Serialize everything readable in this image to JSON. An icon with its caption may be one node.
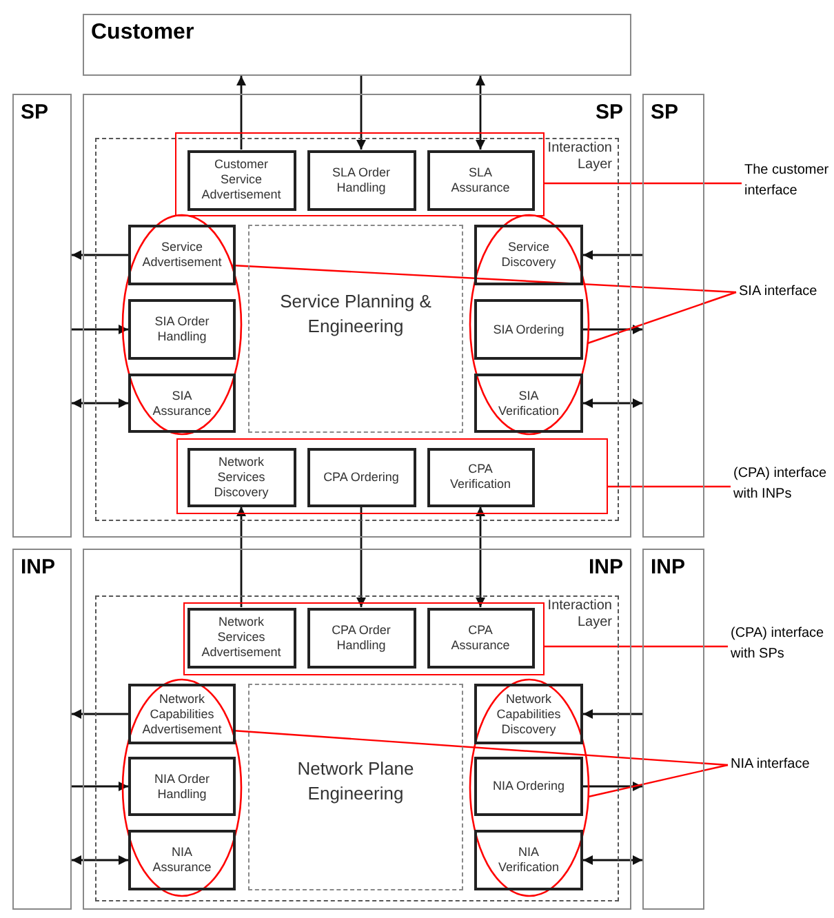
{
  "diagram": {
    "nodes": [
      {
        "text": [
          "Customer"
        ]
      },
      {
        "text": [
          "SP"
        ]
      },
      {
        "text": [
          "SP"
        ]
      },
      {
        "text": [
          "SP"
        ]
      },
      {
        "text": [
          "Interaction Layer"
        ],
        "in": 2
      },
      {
        "text": [],
        "shape": "box",
        "in": 4
      },
      {
        "text": [
          "Customer Service Advertisement"
        ],
        "in": 5
      },
      {
        "text": [
          "SLA Order Handling"
        ],
        "in": 5
      },
      {
        "text": [
          "SLA Assurance"
        ],
        "in": 5
      },
      {
        "text": [],
        "shape": "ellipse",
        "in": 4
      },
      {
        "text": [
          "Service Advertisement"
        ],
        "in": 9
      },
      {
        "text": [
          "SIA Order Handling"
        ],
        "in": 9
      },
      {
        "text": [
          "SIA Assurance"
        ],
        "in": 9
      },
      {
        "text": [
          "Service Planning & Engineering"
        ],
        "in": 4
      },
      {
        "text": [],
        "shape": "ellipse",
        "in": 4
      },
      {
        "text": [
          "Service Discovery"
        ],
        "in": 14
      },
      {
        "text": [
          "SIA Ordering"
        ],
        "in": 14
      },
      {
        "text": [
          "SIA Verification"
        ],
        "in": 14
      },
      {
        "text": [],
        "shape": "box",
        "in": 4
      },
      {
        "text": [
          "Network Services Discovery"
        ],
        "in": 18
      },
      {
        "text": [
          "CPA Ordering"
        ],
        "in": 18
      },
      {
        "text": [
          "CPA Verification"
        ],
        "in": 18
      },
      {
        "text": [
          "INP"
        ]
      },
      {
        "text": [
          "INP"
        ]
      },
      {
        "text": [
          "INP"
        ]
      },
      {
        "text": [
          "Interaction Layer"
        ],
        "in": 23
      },
      {
        "text": [],
        "shape": "box",
        "in": 25
      },
      {
        "text": [
          "Network Services Advertisement"
        ],
        "in": 26
      },
      {
        "text": [
          "CPA Order Handling"
        ],
        "in": 26
      },
      {
        "text": [
          "CPA Assurance"
        ],
        "in": 26
      },
      {
        "text": [],
        "shape": "ellipse",
        "in": 25
      },
      {
        "text": [
          "Network Capabilities Advertisement"
        ],
        "in": 30
      },
      {
        "text": [
          "NIA Order Handling"
        ],
        "in": 30
      },
      {
        "text": [
          "NIA Assurance"
        ],
        "in": 30
      },
      {
        "text": [
          "Network Plane Engineering"
        ],
        "in": 25
      },
      {
        "text": [],
        "shape": "ellipse",
        "in": 25
      },
      {
        "text": [
          "Network Capabilities Discovery"
        ],
        "in": 35
      },
      {
        "text": [
          "NIA Ordering"
        ],
        "in": 35
      },
      {
        "text": [
          "NIA Verification"
        ],
        "in": 35
      },
      {
        "text": [
          "The customer interface"
        ]
      },
      {
        "text": [
          "SIA interface"
        ]
      },
      {
        "text": [
          "(CPA) interface with INPs"
        ]
      },
      {
        "text": [
          "(CPA) interface with SPs"
        ]
      },
      {
        "text": [
          "NIA interface"
        ]
      }
    ],
    "edges": [
      {
        "from": 6,
        "to": 0,
        "arrow": "to"
      },
      {
        "from": 0,
        "to": 7,
        "arrow": "to"
      },
      {
        "from": 0,
        "to": 8,
        "arrow": "both"
      },
      {
        "from": 10,
        "to": 1,
        "arrow": "to"
      },
      {
        "from": 1,
        "to": 11,
        "arrow": "to"
      },
      {
        "from": 1,
        "to": 12,
        "arrow": "both"
      },
      {
        "from": 3,
        "to": 15,
        "arrow": "to"
      },
      {
        "from": 16,
        "to": 3,
        "arrow": "to"
      },
      {
        "from": 3,
        "to": 17,
        "arrow": "both"
      },
      {
        "from": 27,
        "to": 19,
        "arrow": "to"
      },
      {
        "from": 20,
        "to": 28,
        "arrow": "to"
      },
      {
        "from": 21,
        "to": 29,
        "arrow": "both"
      },
      {
        "from": 31,
        "to": 22,
        "arrow": "to"
      },
      {
        "from": 22,
        "to": 32,
        "arrow": "to"
      },
      {
        "from": 22,
        "to": 33,
        "arrow": "both"
      },
      {
        "from": 24,
        "to": 36,
        "arrow": "to"
      },
      {
        "from": 37,
        "to": 24,
        "arrow": "to"
      },
      {
        "from": 24,
        "to": 38,
        "arrow": "both"
      },
      {
        "from": 39,
        "to": 5,
        "arrow": "none",
        "color": "#ff0000"
      },
      {
        "from": 40,
        "to": 9,
        "arrow": "none",
        "color": "#ff0000"
      },
      {
        "from": 40,
        "to": 14,
        "arrow": "none",
        "color": "#ff0000"
      },
      {
        "from": 41,
        "to": 18,
        "arrow": "none",
        "color": "#ff0000"
      },
      {
        "from": 42,
        "to": 26,
        "arrow": "none",
        "color": "#ff0000"
      },
      {
        "from": 43,
        "to": 30,
        "arrow": "none",
        "color": "#ff0000"
      },
      {
        "from": 43,
        "to": 35,
        "arrow": "none",
        "color": "#ff0000"
      }
    ]
  }
}
